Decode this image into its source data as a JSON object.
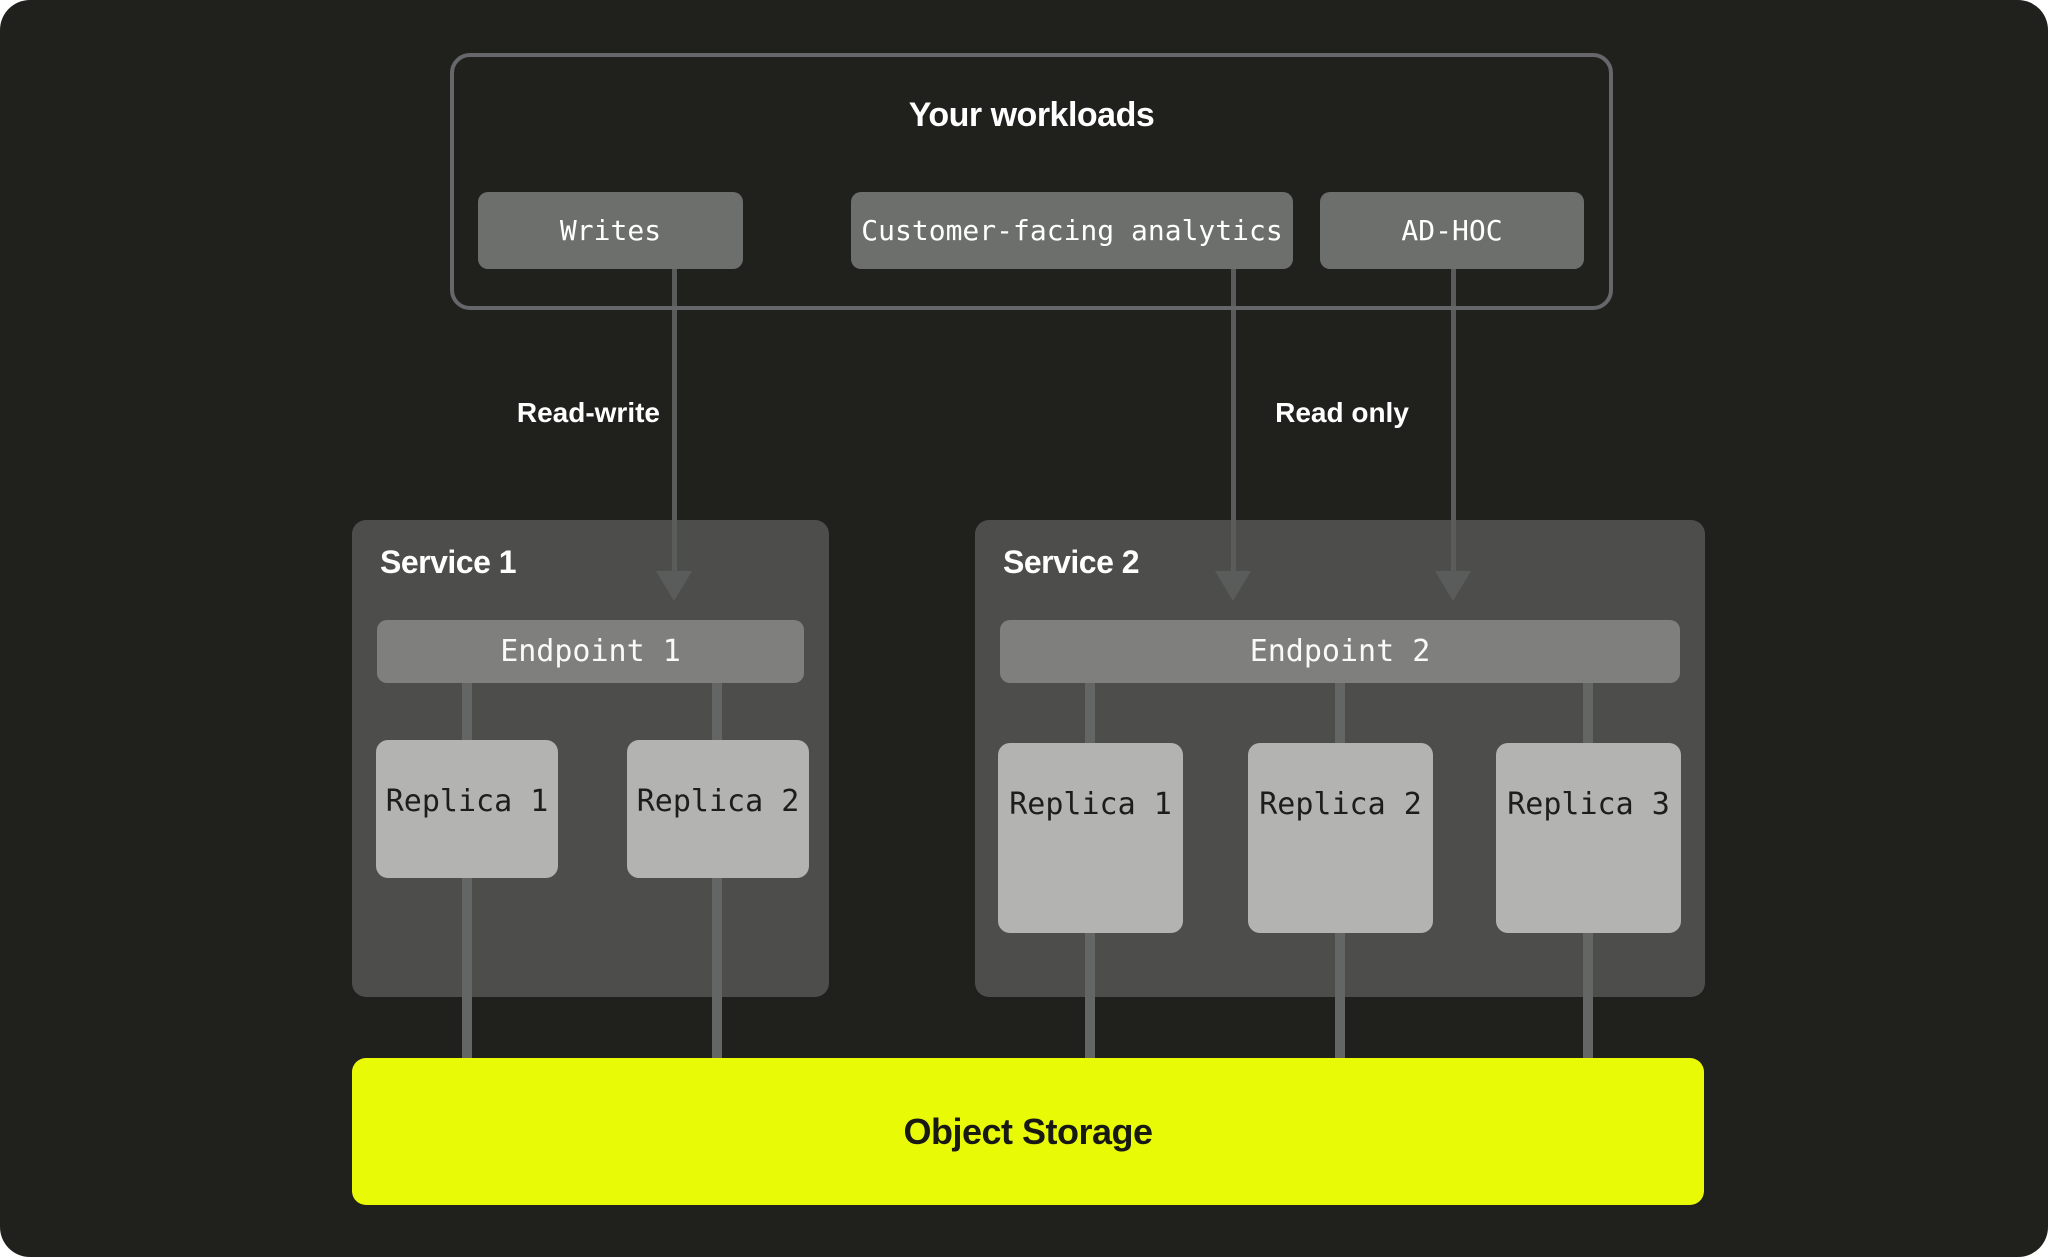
{
  "workloads": {
    "title": "Your workloads",
    "items": [
      "Writes",
      "Customer-facing analytics",
      "AD-HOC"
    ]
  },
  "flows": {
    "read_write_label": "Read-write",
    "read_only_label": "Read only"
  },
  "services": [
    {
      "title": "Service 1",
      "endpoint": "Endpoint 1",
      "replicas": [
        "Replica 1",
        "Replica 2"
      ]
    },
    {
      "title": "Service 2",
      "endpoint": "Endpoint 2",
      "replicas": [
        "Replica 1",
        "Replica 2",
        "Replica 3"
      ]
    }
  ],
  "storage": {
    "label": "Object Storage"
  },
  "colors": {
    "background": "#20211d",
    "frame_border": "#65676a",
    "workload_chip": "#6d6f6d",
    "service_panel": "#4d4e4c",
    "endpoint_bar": "#7f807e",
    "replica_box": "#b3b4b2",
    "connector_line": "#646666",
    "arrow_line": "#5a5c5c",
    "storage_accent": "#e9fa07",
    "text_light": "#ffffff",
    "text_dark": "#1d1e1c"
  }
}
